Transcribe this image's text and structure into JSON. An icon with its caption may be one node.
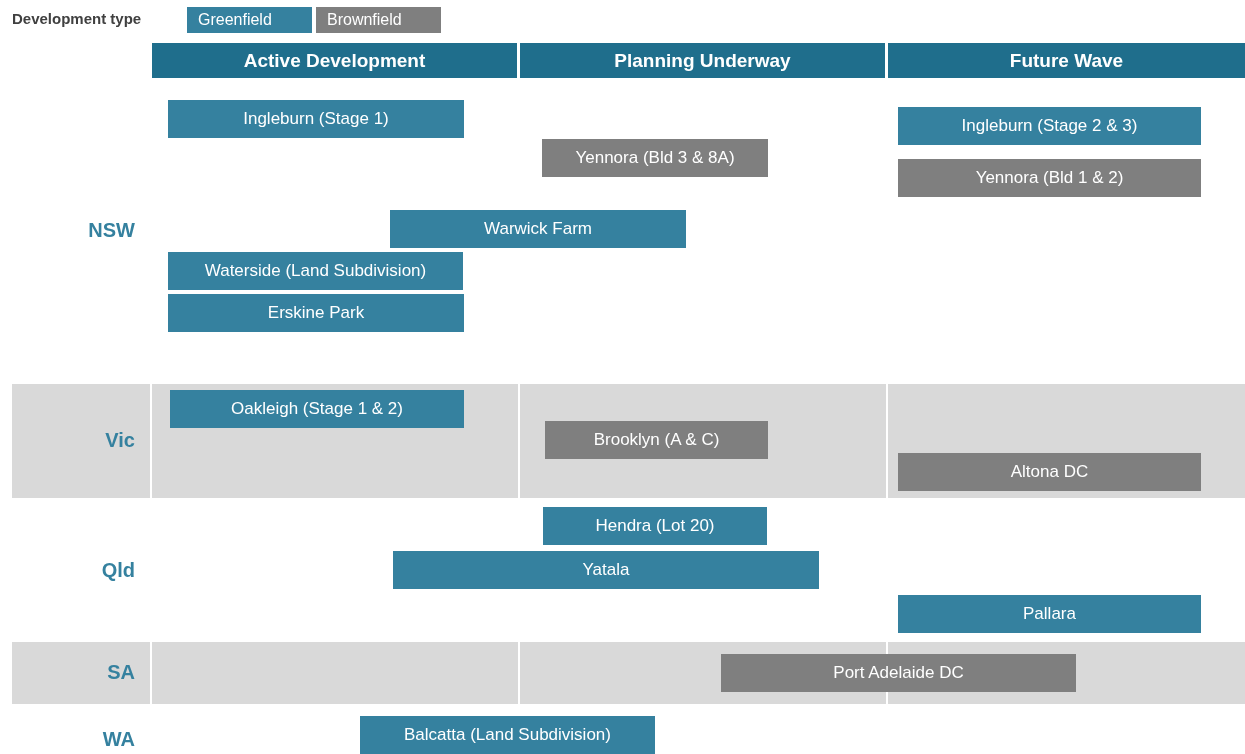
{
  "diagram": {
    "nodes": [
      {
        "text": [
          "Active Development"
        ]
      },
      {
        "text": [
          "Planning Underway"
        ]
      },
      {
        "text": [
          "Future Wave"
        ]
      },
      {
        "text": [
          "Ingleburn (Stage 1)"
        ]
      },
      {
        "text": [
          "Ingleburn (Stage 2 & 3)"
        ]
      },
      {
        "text": [
          "Yennora (Bld 3 & 8A)"
        ]
      },
      {
        "text": [
          "Yennora (Bld 1 & 2)"
        ]
      },
      {
        "text": [
          "Warwick Farm"
        ]
      },
      {
        "text": [
          "Waterside (Land Subdivision)"
        ]
      },
      {
        "text": [
          "Erskine Park"
        ]
      },
      {
        "text": [
          "Oakleigh (Stage 1 & 2)"
        ]
      },
      {
        "text": [
          "Brooklyn (A & C)"
        ]
      },
      {
        "text": [
          "Altona DC"
        ]
      },
      {
        "text": [
          "Hendra (Lot 20)"
        ]
      },
      {
        "text": [
          "Yatala"
        ]
      },
      {
        "text": [
          "Pallara"
        ]
      },
      {
        "text": [
          "Port Adelaide DC"
        ]
      },
      {
        "text": [
          "Balcatta (Land Subdivision)"
        ]
      }
    ],
    "edges": [],
    "labels": [
      "Development type",
      "NSW",
      "Vic",
      "Qld",
      "SA",
      "WA"
    ],
    "legend": [
      {
        "text": "Greenfield",
        "color": "#35819f"
      },
      {
        "text": "Brownfield",
        "color": "#7f7f7f"
      }
    ]
  }
}
